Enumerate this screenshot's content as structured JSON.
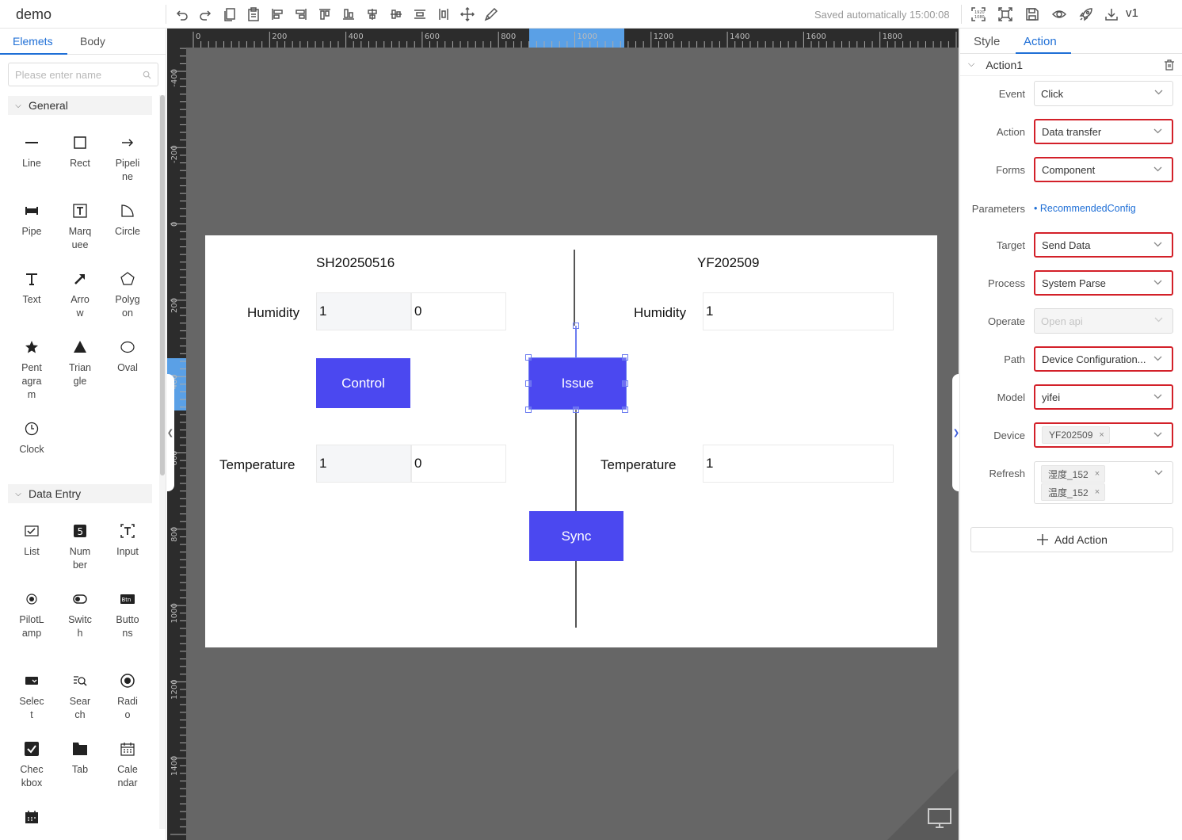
{
  "app": {
    "title": "demo",
    "saved_status": "Saved automatically 15:00:08",
    "version": "v1"
  },
  "toolbar": {
    "left_icons": [
      "undo-icon",
      "redo-icon",
      "copy-icon",
      "paste-icon",
      "align-left-icon",
      "align-right-icon",
      "align-top-icon",
      "align-bottom-icon",
      "align-horizontal-center-icon",
      "align-vertical-center-icon",
      "distribute-horizontal-icon",
      "distribute-vertical-icon",
      "move-icon",
      "brush-icon"
    ],
    "right_icons": [
      "resolution-icon",
      "fit-screen-icon",
      "save-icon",
      "preview-eye-icon",
      "publish-rocket-icon",
      "download-icon"
    ],
    "resolution_label": "1920 1080"
  },
  "left_panel": {
    "tabs": [
      {
        "label": "Elemets",
        "active": true
      },
      {
        "label": "Body",
        "active": false
      }
    ],
    "search_placeholder": "Please enter name",
    "sections": [
      {
        "title": "General",
        "items": [
          {
            "label": "Line",
            "icon": "line-icon"
          },
          {
            "label": "Rect",
            "icon": "rect-icon"
          },
          {
            "label": "Pipeline",
            "icon": "arrow-right-icon"
          },
          {
            "label": "Pipe",
            "icon": "pipe-icon"
          },
          {
            "label": "Marquee",
            "icon": "marquee-icon"
          },
          {
            "label": "Circle",
            "icon": "circle-sector-icon"
          },
          {
            "label": "Text",
            "icon": "text-icon"
          },
          {
            "label": "Arrow",
            "icon": "arrow-icon"
          },
          {
            "label": "Polygon",
            "icon": "polygon-icon"
          },
          {
            "label": "Pentagram",
            "icon": "star-icon"
          },
          {
            "label": "Triangle",
            "icon": "triangle-icon"
          },
          {
            "label": "Oval",
            "icon": "oval-icon"
          },
          {
            "label": "Clock",
            "icon": "clock-icon"
          }
        ]
      },
      {
        "title": "Data Entry",
        "items": [
          {
            "label": "List",
            "icon": "list-icon"
          },
          {
            "label": "Number",
            "icon": "number-icon"
          },
          {
            "label": "Input",
            "icon": "input-icon"
          },
          {
            "label": "PilotLamp",
            "icon": "pilot-lamp-icon"
          },
          {
            "label": "Switch",
            "icon": "switch-icon"
          },
          {
            "label": "Buttons",
            "icon": "buttons-icon"
          },
          {
            "label": "Select",
            "icon": "select-icon"
          },
          {
            "label": "Search",
            "icon": "search-list-icon"
          },
          {
            "label": "Radio",
            "icon": "radio-icon"
          },
          {
            "label": "Checkbox",
            "icon": "checkbox-icon"
          },
          {
            "label": "Tab",
            "icon": "tab-icon"
          },
          {
            "label": "Calendar",
            "icon": "calendar-icon"
          },
          {
            "label": "",
            "icon": "date-icon"
          }
        ]
      }
    ]
  },
  "rulers": {
    "horizontal_labels": [
      "0",
      "200",
      "400",
      "600",
      "800",
      "1000",
      "1200",
      "1400",
      "1600",
      "1800"
    ],
    "vertical_labels": [
      "-400",
      "-200",
      "0",
      "200",
      "400",
      "600",
      "800",
      "1000",
      "1200",
      "1400"
    ]
  },
  "canvas": {
    "device_a": "SH20250516",
    "device_b": "YF202509",
    "humidity_label": "Humidity",
    "temperature_label": "Temperature",
    "a_humidity_values": [
      "1",
      "0"
    ],
    "a_temperature_values": [
      "1",
      "0"
    ],
    "b_humidity_value": "1",
    "b_temperature_value": "1",
    "buttons": {
      "control": "Control",
      "issue": "Issue",
      "sync": "Sync"
    },
    "accent": "#4b48f0"
  },
  "right_panel": {
    "tabs": [
      {
        "label": "Style",
        "active": false
      },
      {
        "label": "Action",
        "active": true
      }
    ],
    "action_title": "Action1",
    "fields": [
      {
        "label": "Event",
        "value": "Click",
        "highlighted": false,
        "disabled": false
      },
      {
        "label": "Action",
        "value": "Data transfer",
        "highlighted": true,
        "disabled": false
      },
      {
        "label": "Forms",
        "value": "Component",
        "highlighted": true,
        "disabled": false
      },
      {
        "label": "Target",
        "value": "Send Data",
        "highlighted": true,
        "disabled": false
      },
      {
        "label": "Process",
        "value": "System Parse",
        "highlighted": true,
        "disabled": false
      },
      {
        "label": "Operate",
        "value": "Open api",
        "highlighted": false,
        "disabled": true
      },
      {
        "label": "Path",
        "value": "Device Configuration...",
        "highlighted": true,
        "disabled": false
      },
      {
        "label": "Model",
        "value": "yifei",
        "highlighted": true,
        "disabled": false
      }
    ],
    "parameters_label": "Parameters",
    "parameters_link": "RecommendedConfig",
    "device_label": "Device",
    "device_tags": [
      "YF202509"
    ],
    "refresh_label": "Refresh",
    "refresh_tags": [
      "湿度_152",
      "温度_152"
    ],
    "add_action_label": "Add Action",
    "highlight_color": "#d32029"
  }
}
